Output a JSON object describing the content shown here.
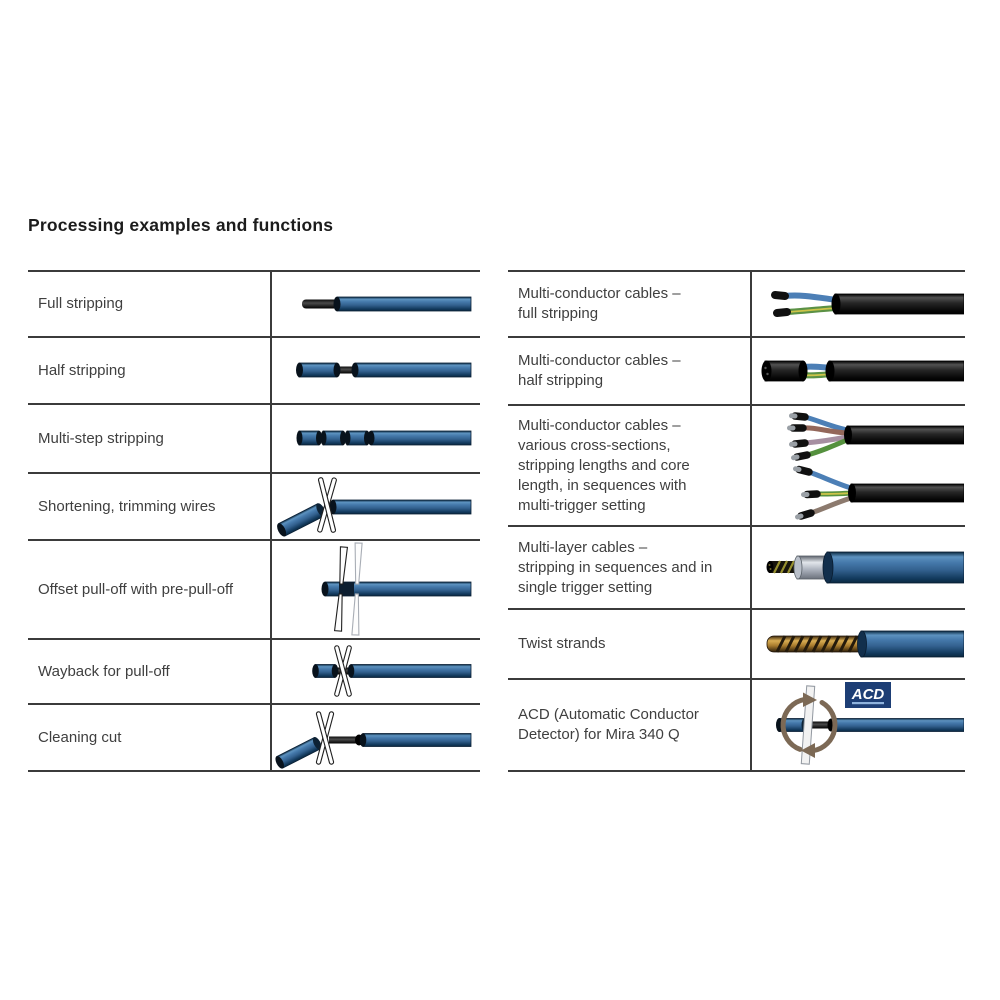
{
  "title": "Processing examples and functions",
  "left_table": {
    "rows": [
      {
        "label": "Full stripping",
        "illustration": "full-stripping-cable"
      },
      {
        "label": "Half stripping",
        "illustration": "half-stripping-cable"
      },
      {
        "label": "Multi-step stripping",
        "illustration": "multi-step-stripping-cable"
      },
      {
        "label": "Shortening, trimming wires",
        "illustration": "shortening-trimming-cable"
      },
      {
        "label": "Offset pull-off with pre-pull-off",
        "illustration": "offset-pull-off-cable"
      },
      {
        "label": "Wayback for pull-off",
        "illustration": "wayback-pull-off-cable"
      },
      {
        "label": "Cleaning cut",
        "illustration": "cleaning-cut-cable"
      }
    ]
  },
  "right_table": {
    "rows": [
      {
        "label": "Multi-conductor cables –\nfull stripping",
        "illustration": "multi-conductor-full-stripping-cable"
      },
      {
        "label": "Multi-conductor cables –\nhalf stripping",
        "illustration": "multi-conductor-half-stripping-cable"
      },
      {
        "label": "Multi-conductor cables –\nvarious cross-sections,\nstripping lengths and core\nlength, in sequences with\nmulti-trigger setting",
        "illustration": "multi-conductor-various-cable"
      },
      {
        "label": "Multi-layer cables –\nstripping in sequences and in\nsingle trigger setting",
        "illustration": "multi-layer-cable"
      },
      {
        "label": "Twist strands",
        "illustration": "twist-strands-cable"
      },
      {
        "label": "ACD (Automatic Conductor\nDetector) for Mira 340 Q",
        "illustration": "acd-detector-cable"
      }
    ]
  },
  "acd": {
    "badge": "ACD"
  },
  "colors": {
    "cable_blue": "#33618f",
    "cable_blue_dark": "#0b2940",
    "cable_black": "#1f1f1f",
    "wire_blue": "#4c7fb6",
    "wire_green": "#5b9145",
    "wire_yellow": "#cdc449",
    "wire_brown": "#93675a",
    "wire_mauve": "#a68fa1",
    "wire_gray_brown": "#8c7a6e",
    "copper": "#c89a47",
    "metal_gray": "#b9bfc9",
    "arrow_brown": "#7c6955",
    "acd_badge_navy": "#1d3e75",
    "table_border": "#3b3b3b",
    "text_dark": "#3f3f3f"
  }
}
